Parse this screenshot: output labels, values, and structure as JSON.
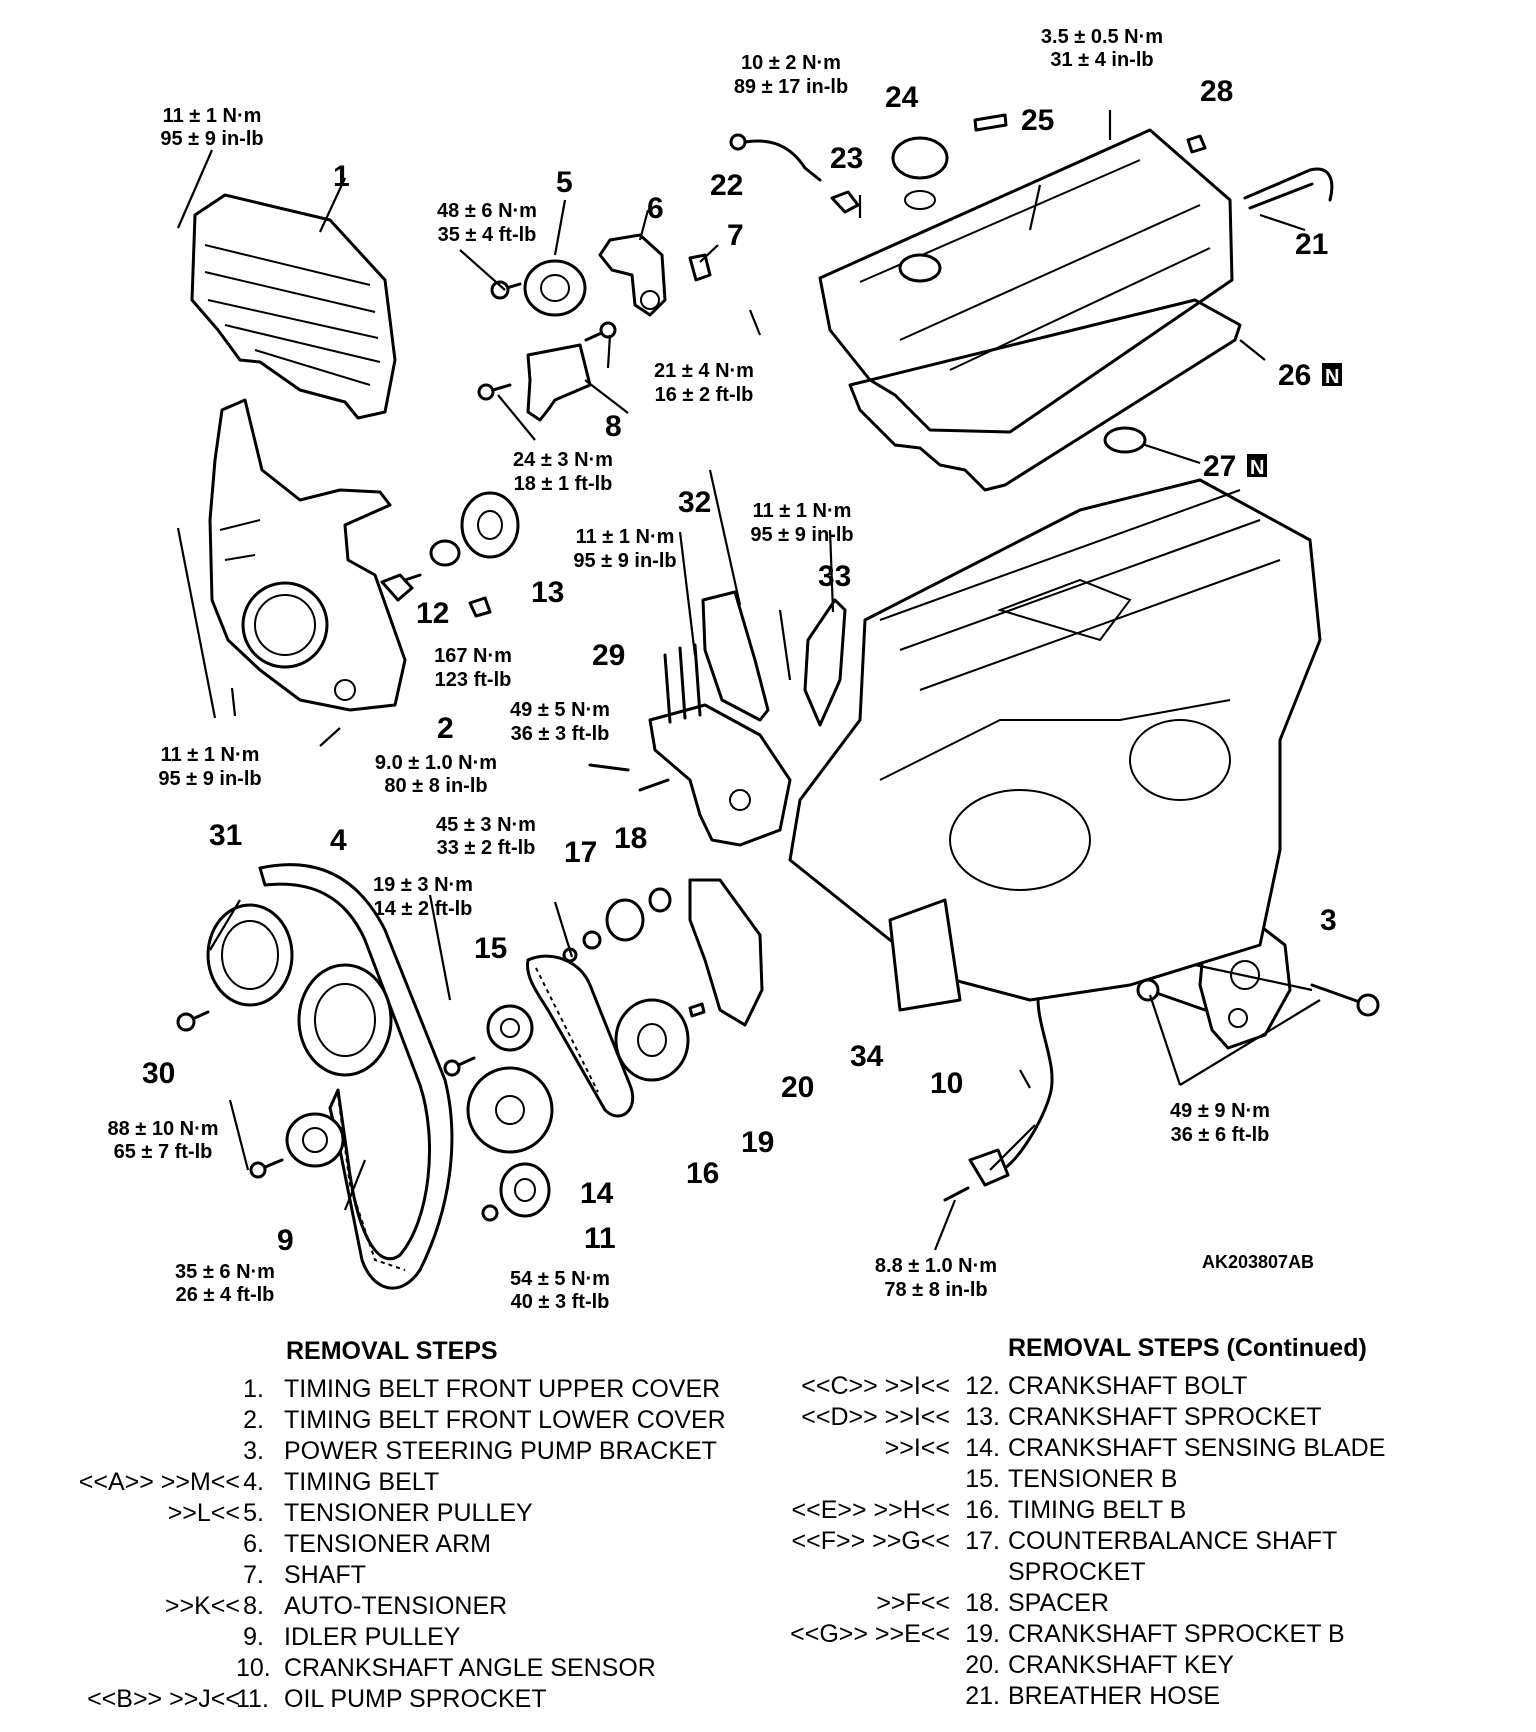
{
  "diagram": {
    "reference_code": "AK203807AB",
    "new_part_mark": "N",
    "callouts": [
      {
        "id": "c1",
        "label": "1"
      },
      {
        "id": "c2",
        "label": "2"
      },
      {
        "id": "c3",
        "label": "3"
      },
      {
        "id": "c4",
        "label": "4"
      },
      {
        "id": "c5",
        "label": "5"
      },
      {
        "id": "c6",
        "label": "6"
      },
      {
        "id": "c7",
        "label": "7"
      },
      {
        "id": "c8",
        "label": "8"
      },
      {
        "id": "c9",
        "label": "9"
      },
      {
        "id": "c10",
        "label": "10"
      },
      {
        "id": "c11",
        "label": "11"
      },
      {
        "id": "c12",
        "label": "12"
      },
      {
        "id": "c13",
        "label": "13"
      },
      {
        "id": "c14",
        "label": "14"
      },
      {
        "id": "c15",
        "label": "15"
      },
      {
        "id": "c16",
        "label": "16"
      },
      {
        "id": "c17",
        "label": "17"
      },
      {
        "id": "c18",
        "label": "18"
      },
      {
        "id": "c19",
        "label": "19"
      },
      {
        "id": "c20",
        "label": "20"
      },
      {
        "id": "c21",
        "label": "21"
      },
      {
        "id": "c22",
        "label": "22"
      },
      {
        "id": "c23",
        "label": "23"
      },
      {
        "id": "c24",
        "label": "24"
      },
      {
        "id": "c25",
        "label": "25"
      },
      {
        "id": "c26",
        "label": "26"
      },
      {
        "id": "c27",
        "label": "27"
      },
      {
        "id": "c28",
        "label": "28"
      },
      {
        "id": "c29",
        "label": "29"
      },
      {
        "id": "c30",
        "label": "30"
      },
      {
        "id": "c31",
        "label": "31"
      },
      {
        "id": "c32",
        "label": "32"
      },
      {
        "id": "c33",
        "label": "33"
      },
      {
        "id": "c34",
        "label": "34"
      }
    ],
    "torques": [
      {
        "id": "t1",
        "metric": "11 ± 1 N·m",
        "imperial": "95 ± 9 in-lb"
      },
      {
        "id": "t2",
        "metric": "48 ± 6 N·m",
        "imperial": "35 ± 4 ft-lb"
      },
      {
        "id": "t3",
        "metric": "10 ± 2 N·m",
        "imperial": "89 ± 17 in-lb"
      },
      {
        "id": "t4",
        "metric": "3.5 ± 0.5 N·m",
        "imperial": "31 ± 4 in-lb"
      },
      {
        "id": "t5",
        "metric": "21 ± 4 N·m",
        "imperial": "16 ± 2 ft-lb"
      },
      {
        "id": "t6",
        "metric": "24 ± 3 N·m",
        "imperial": "18 ± 1 ft-lb"
      },
      {
        "id": "t7",
        "metric": "11 ± 1 N·m",
        "imperial": "95 ± 9 in-lb"
      },
      {
        "id": "t8",
        "metric": "11 ± 1 N·m",
        "imperial": "95 ± 9 in-lb"
      },
      {
        "id": "t9",
        "metric": "167 N·m",
        "imperial": "123 ft-lb"
      },
      {
        "id": "t10",
        "metric": "11 ± 1 N·m",
        "imperial": "95 ± 9 in-lb"
      },
      {
        "id": "t11",
        "metric": "9.0 ± 1.0 N·m",
        "imperial": "80 ± 8 in-lb"
      },
      {
        "id": "t12",
        "metric": "49 ± 5 N·m",
        "imperial": "36 ± 3 ft-lb"
      },
      {
        "id": "t13",
        "metric": "45 ± 3 N·m",
        "imperial": "33 ± 2 ft-lb"
      },
      {
        "id": "t14",
        "metric": "19 ± 3 N·m",
        "imperial": "14 ± 2 ft-lb"
      },
      {
        "id": "t15",
        "metric": "88 ± 10 N·m",
        "imperial": "65 ± 7 ft-lb"
      },
      {
        "id": "t16",
        "metric": "35 ± 6 N·m",
        "imperial": "26 ± 4 ft-lb"
      },
      {
        "id": "t17",
        "metric": "54 ± 5 N·m",
        "imperial": "40 ± 3 ft-lb"
      },
      {
        "id": "t18",
        "metric": "8.8 ± 1.0 N·m",
        "imperial": "78 ± 8 in-lb"
      },
      {
        "id": "t19",
        "metric": "49 ± 9 N·m",
        "imperial": "36 ± 6 ft-lb"
      }
    ]
  },
  "removal_steps": {
    "title": "REMOVAL STEPS",
    "items": [
      {
        "codes": "",
        "number": "1.",
        "name": "TIMING BELT FRONT UPPER COVER"
      },
      {
        "codes": "",
        "number": "2.",
        "name": "TIMING BELT FRONT LOWER COVER"
      },
      {
        "codes": "",
        "number": "3.",
        "name": "POWER STEERING PUMP BRACKET"
      },
      {
        "codes": "<<A>> >>M<<",
        "number": "4.",
        "name": "TIMING BELT"
      },
      {
        "codes": ">>L<<",
        "number": "5.",
        "name": "TENSIONER PULLEY"
      },
      {
        "codes": "",
        "number": "6.",
        "name": "TENSIONER ARM"
      },
      {
        "codes": "",
        "number": "7.",
        "name": "SHAFT"
      },
      {
        "codes": ">>K<<",
        "number": "8.",
        "name": "AUTO-TENSIONER"
      },
      {
        "codes": "",
        "number": "9.",
        "name": "IDLER PULLEY"
      },
      {
        "codes": "",
        "number": "10.",
        "name": "CRANKSHAFT ANGLE SENSOR"
      },
      {
        "codes": "<<B>> >>J<<",
        "number": "11.",
        "name": "OIL PUMP SPROCKET"
      }
    ]
  },
  "removal_steps_continued": {
    "title": "REMOVAL STEPS (Continued)",
    "items": [
      {
        "codes": "<<C>> >>I<<",
        "number": "12.",
        "name": "CRANKSHAFT BOLT"
      },
      {
        "codes": "<<D>> >>I<<",
        "number": "13.",
        "name": "CRANKSHAFT SPROCKET"
      },
      {
        "codes": ">>I<<",
        "number": "14.",
        "name": "CRANKSHAFT SENSING BLADE"
      },
      {
        "codes": "",
        "number": "15.",
        "name": "TENSIONER B"
      },
      {
        "codes": "<<E>> >>H<<",
        "number": "16.",
        "name": "TIMING BELT B"
      },
      {
        "codes": "<<F>> >>G<<",
        "number": "17.",
        "name": "COUNTERBALANCE SHAFT"
      },
      {
        "codes": "",
        "number": "",
        "name": "SPROCKET"
      },
      {
        "codes": ">>F<<",
        "number": "18.",
        "name": "SPACER"
      },
      {
        "codes": "<<G>> >>E<<",
        "number": "19.",
        "name": "CRANKSHAFT SPROCKET B"
      },
      {
        "codes": "",
        "number": "20.",
        "name": "CRANKSHAFT KEY"
      },
      {
        "codes": "",
        "number": "21.",
        "name": "BREATHER HOSE"
      }
    ]
  }
}
